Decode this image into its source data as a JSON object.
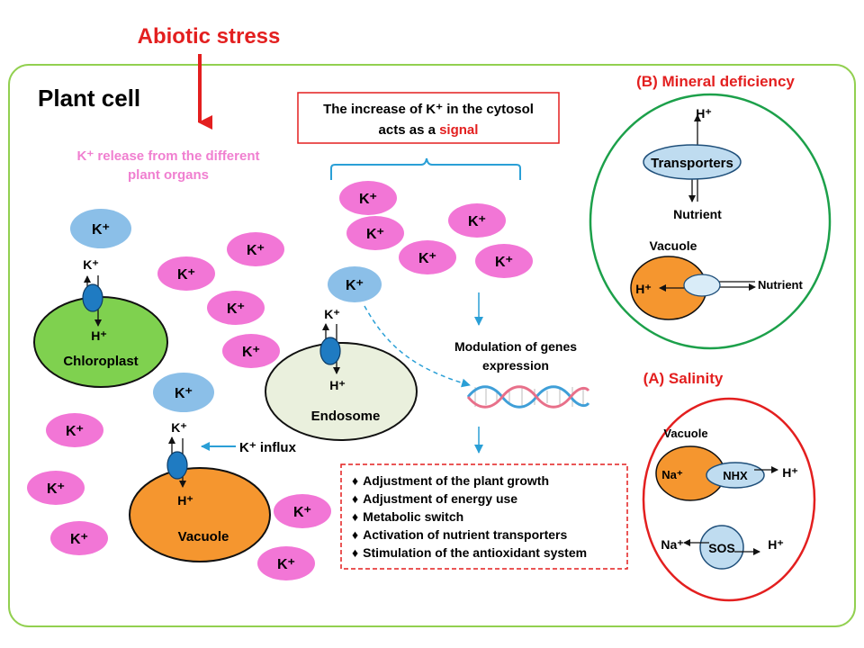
{
  "colors": {
    "cell_border": "#92d050",
    "red": "#e31f1f",
    "pink_text": "#f07fd0",
    "kplus_pink": "#f276d6",
    "kplus_blue": "#8bbfe8",
    "arrow_blue": "#2a9fd6",
    "chloroplast": "#7fd14f",
    "endosome": "#eaf0dd",
    "vacuole": "#f5962f",
    "transporter": "#bfdcf0",
    "mineral_border": "#1ca04a",
    "channel": "#1f7bc2"
  },
  "header": {
    "abiotic_stress": "Abiotic stress"
  },
  "cell": {
    "title": "Plant cell",
    "release_line1": "K⁺ release from  the different",
    "release_line2": "plant organs"
  },
  "signal_box": {
    "line1": "The increase of K⁺ in the cytosol",
    "line2_prefix": "acts as a ",
    "line2_signal": "signal"
  },
  "ions": {
    "k": "K⁺",
    "h": "H⁺",
    "na": "Na⁺"
  },
  "organelles": {
    "chloroplast": "Chloroplast",
    "endosome": "Endosome",
    "vacuole": "Vacuole"
  },
  "k_influx": "K⁺ influx",
  "genes": {
    "line1": "Modulation  of genes",
    "line2": "expression"
  },
  "outcomes": [
    "Adjustment of the plant growth",
    "Adjustment of energy use",
    "Metabolic switch",
    "Activation of nutrient transporters",
    "Stimulation of the antioxidant system"
  ],
  "bullet": "♦",
  "mineral": {
    "title": "(B) Mineral deficiency",
    "h": "H⁺",
    "transporters": "Transporters",
    "nutrient": "Nutrient",
    "vacuole": "Vacuole",
    "vac_h": "H⁺",
    "vac_nutrient": "Nutrient"
  },
  "salinity": {
    "title": "(A) Salinity",
    "vacuole": "Vacuole",
    "na": "Na⁺",
    "nhx": "NHX",
    "h": "H⁺",
    "sos_na": "Na⁺",
    "sos": "SOS",
    "sos_h": "H⁺"
  },
  "icons": {
    "channel": "membrane-channel-icon",
    "dna": "dna-helix-icon"
  }
}
